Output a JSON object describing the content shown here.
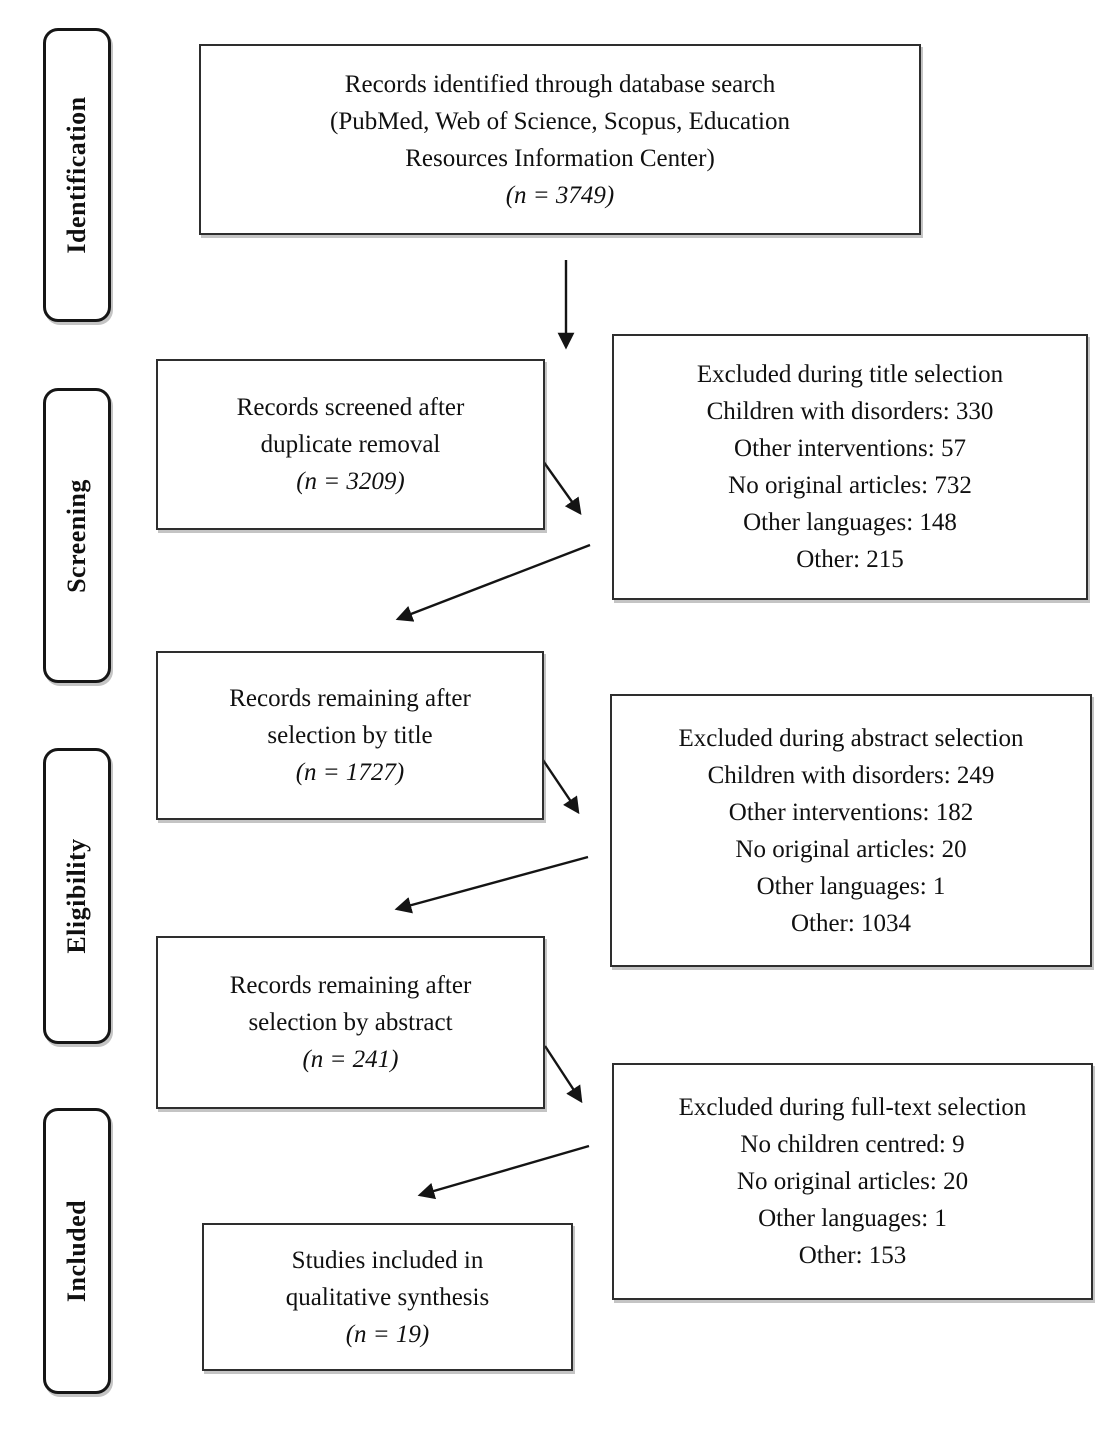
{
  "diagram": {
    "kind": "prisma-flow-diagram",
    "colors": {
      "background": "#ffffff",
      "box_border": "#2e2e2e",
      "stage_border": "#161616",
      "text": "#101010",
      "arrow": "#141414"
    },
    "stages": [
      {
        "label": "Identification"
      },
      {
        "label": "Screening"
      },
      {
        "label": "Eligibility"
      },
      {
        "label": "Included"
      }
    ],
    "boxes": {
      "identified": {
        "lines": [
          "Records identified through database search",
          "(PubMed, Web of Science, Scopus, Education",
          "Resources Information Center)"
        ],
        "n_label": "(n = 3749)"
      },
      "screened": {
        "lines": [
          "Records screened after",
          "duplicate removal"
        ],
        "n_label": "(n = 3209)"
      },
      "excluded_title": {
        "title": "Excluded during title selection",
        "items": [
          "Children with disorders: 330",
          "Other interventions: 57",
          "No original articles: 732",
          "Other languages: 148",
          "Other: 215"
        ]
      },
      "title_remaining": {
        "lines": [
          "Records remaining after",
          "selection by title"
        ],
        "n_label": "(n = 1727)"
      },
      "excluded_abstract": {
        "title": "Excluded during abstract selection",
        "items": [
          "Children with disorders: 249",
          "Other interventions: 182",
          "No original articles: 20",
          "Other languages: 1",
          "Other: 1034"
        ]
      },
      "abstract_remaining": {
        "lines": [
          "Records remaining after",
          "selection by abstract"
        ],
        "n_label": "(n = 241)"
      },
      "excluded_fulltext": {
        "title": "Excluded during full-text selection",
        "items": [
          "No children centred: 9",
          "No original articles: 20",
          "Other languages: 1",
          "Other: 153"
        ]
      },
      "included_studies": {
        "lines": [
          "Studies included in",
          "qualitative synthesis"
        ],
        "n_label": "(n = 19)"
      }
    }
  }
}
